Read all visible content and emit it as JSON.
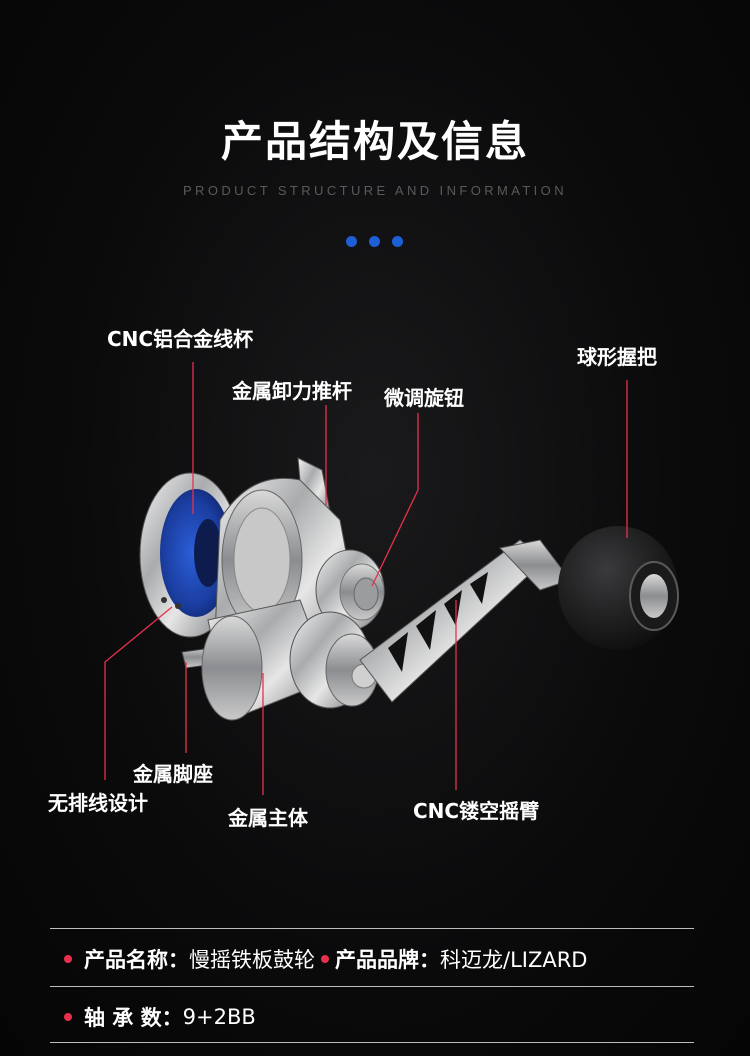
{
  "header": {
    "title": "产品结构及信息",
    "subtitle": "PRODUCT STRUCTURE AND INFORMATION"
  },
  "colors": {
    "accent_blue": "#1d5fd6",
    "callout_line": "#e8304d",
    "bullet": "#e8304d"
  },
  "callouts": {
    "spool": "CNC铝合金线杯",
    "drag_lever": "金属卸力推杆",
    "fine_knob": "微调旋钮",
    "ball_handle": "球形握把",
    "foot": "金属脚座",
    "no_levelwind": "无排线设计",
    "body": "金属主体",
    "arm": "CNC镂空摇臂"
  },
  "info": {
    "name_label": "产品名称：",
    "name_value": "慢摇铁板鼓轮",
    "brand_label": "产品品牌：",
    "brand_value": "科迈龙/LIZARD",
    "bearing_label": "轴 承 数：",
    "bearing_value": "9+2BB"
  }
}
